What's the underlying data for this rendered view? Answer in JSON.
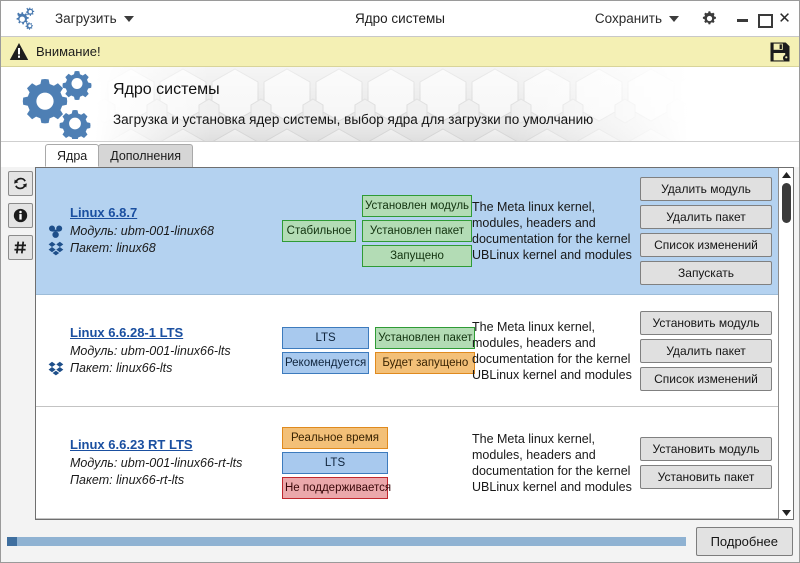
{
  "titlebar": {
    "logo_icon": "gears-icon",
    "load_menu_label": "Загрузить",
    "window_title": "Ядро системы",
    "save_menu_label": "Сохранить",
    "settings_icon": "gear-icon",
    "minimize_icon": "minimize-icon",
    "maximize_icon": "maximize-icon",
    "close_icon": "close-icon",
    "close_glyph": "✕"
  },
  "warning_bar": {
    "icon": "warning-triangle-icon",
    "text": "Внимание!",
    "save_icon": "floppy-save-icon",
    "background": "#f4f0b4"
  },
  "banner": {
    "title": "Ядро системы",
    "subtitle": "Загрузка и установка ядер системы, выбор ядра для загрузки по умолчанию",
    "icon": "gears-icon",
    "accent": "#4a7ab0"
  },
  "tabs": [
    {
      "label": "Ядра",
      "active": true
    },
    {
      "label": "Дополнения",
      "active": false
    }
  ],
  "side_tools": [
    {
      "name": "refresh-icon",
      "glyph": "refresh"
    },
    {
      "name": "info-icon",
      "glyph": "info"
    },
    {
      "name": "hash-icon",
      "glyph": "hash"
    }
  ],
  "kernels": [
    {
      "name": "Linux 6.8.7",
      "module_label": "Модуль: ubm-001-linux68",
      "package_label": "Пакет: linux68",
      "has_module_icon": true,
      "has_package_icon": true,
      "selected": true,
      "badges_col1": [
        {
          "text": "Стабильное",
          "style": "b-green"
        }
      ],
      "badges_col2": [
        {
          "text": "Установлен модуль",
          "style": "b-green"
        },
        {
          "text": "Установлен пакет",
          "style": "b-green"
        },
        {
          "text": "Запущено",
          "style": "b-green"
        }
      ],
      "description": "The Meta linux kernel, modules, headers and documentation for the kernel UBLinux kernel and modules",
      "actions": [
        "Удалить модуль",
        "Удалить пакет",
        "Список изменений",
        "Запускать"
      ]
    },
    {
      "name": "Linux 6.6.28-1 LTS",
      "module_label": "Модуль: ubm-001-linux66-lts",
      "package_label": "Пакет: linux66-lts",
      "has_module_icon": false,
      "has_package_icon": true,
      "selected": false,
      "badges_col1": [
        {
          "text": "LTS",
          "style": "b-blue"
        },
        {
          "text": "Рекомендуется",
          "style": "b-blue"
        }
      ],
      "badges_col2": [
        {
          "text": "Установлен пакет",
          "style": "b-green"
        },
        {
          "text": "Будет запущено",
          "style": "b-orange"
        }
      ],
      "description": "The Meta linux kernel, modules, headers and documentation for the kernel UBLinux kernel and modules",
      "actions": [
        "Установить модуль",
        "Удалить пакет",
        "Список изменений"
      ]
    },
    {
      "name": "Linux 6.6.23 RT LTS",
      "module_label": "Модуль: ubm-001-linux66-rt-lts",
      "package_label": "Пакет: linux66-rt-lts",
      "has_module_icon": false,
      "has_package_icon": false,
      "selected": false,
      "badges_col1": [
        {
          "text": "Реальное время",
          "style": "b-orange"
        },
        {
          "text": "LTS",
          "style": "b-blue"
        },
        {
          "text": "Не поддерживается",
          "style": "b-red"
        }
      ],
      "badges_col2": [],
      "description": "The Meta linux kernel, modules, headers and documentation for the kernel UBLinux kernel and modules",
      "actions": [
        "Установить модуль",
        "Установить пакет"
      ]
    }
  ],
  "scrollbar": {
    "up_icon": "scroll-up-arrow-icon",
    "down_icon": "scroll-down-arrow-icon",
    "thumb": "scroll-thumb"
  },
  "footer": {
    "progress_percent": 97,
    "progress_color": "#8fb2d2",
    "detail_button_label": "Подробнее"
  }
}
